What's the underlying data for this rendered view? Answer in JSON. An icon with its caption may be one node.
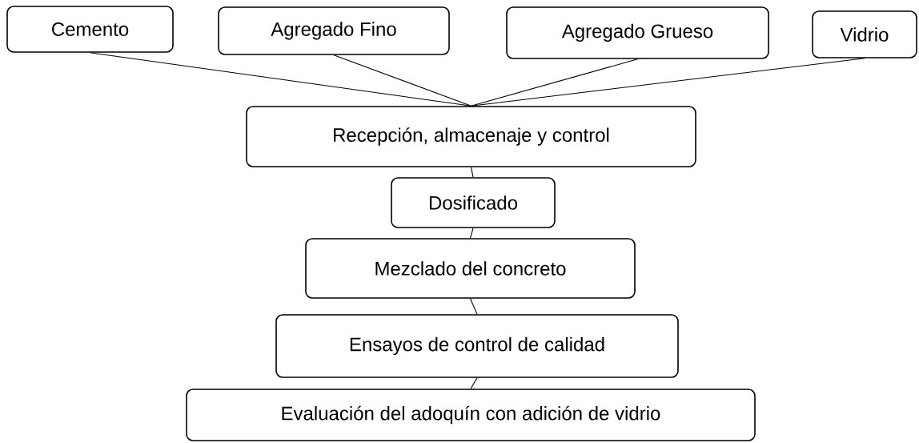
{
  "diagram": {
    "nodes": [
      {
        "text": [
          "Cemento"
        ]
      },
      {
        "text": [
          "Agregado Fino"
        ]
      },
      {
        "text": [
          "Agregado Grueso"
        ]
      },
      {
        "text": [
          "Vidrio"
        ]
      },
      {
        "text": [
          "Recepción, almacenaje y control"
        ]
      },
      {
        "text": [
          "Dosificado"
        ]
      },
      {
        "text": [
          "Mezclado del concreto"
        ]
      },
      {
        "text": [
          "Ensayos de control de calidad"
        ]
      },
      {
        "text": [
          "Evaluación del adoquín con adición de vidrio"
        ]
      }
    ],
    "edges": [
      {
        "from": 0,
        "to": 4,
        "arrow": "none"
      },
      {
        "from": 1,
        "to": 4,
        "arrow": "none"
      },
      {
        "from": 2,
        "to": 4,
        "arrow": "none"
      },
      {
        "from": 3,
        "to": 4,
        "arrow": "none"
      },
      {
        "from": 4,
        "to": 5,
        "arrow": "none"
      },
      {
        "from": 5,
        "to": 6,
        "arrow": "none"
      },
      {
        "from": 6,
        "to": 7,
        "arrow": "none"
      },
      {
        "from": 7,
        "to": 8,
        "arrow": "none"
      }
    ]
  }
}
